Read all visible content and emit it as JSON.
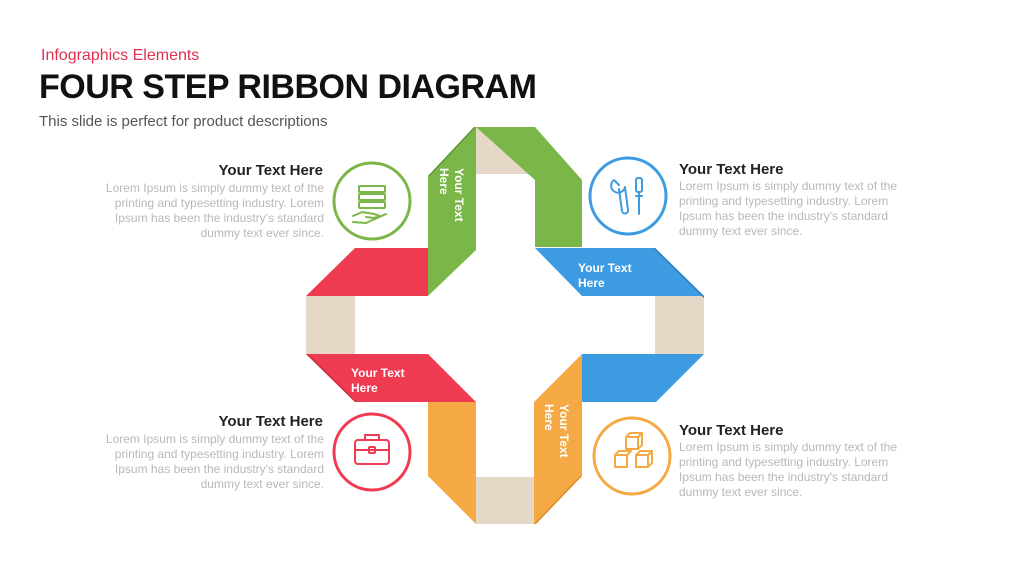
{
  "header": {
    "eyebrow": "Infographics  Elements",
    "title": "FOUR STEP RIBBON DIAGRAM",
    "subtitle": "This slide is perfect for product descriptions"
  },
  "ribbon_labels": {
    "green": [
      "Your Text",
      "Here"
    ],
    "blue": [
      "Your Text",
      "Here"
    ],
    "red": [
      "Your Text",
      "Here"
    ],
    "orange": [
      "Your Text",
      "Here"
    ]
  },
  "steps": [
    {
      "id": "top-left",
      "color": "#71b84c",
      "icon": "hand-holding-stack-icon",
      "title": "Your Text Here",
      "body": "Lorem Ipsum is simply dummy text of the printing and typesetting industry. Lorem Ipsum has been the industry's standard dummy text ever since."
    },
    {
      "id": "top-right",
      "color": "#3b9be0",
      "icon": "tools-icon",
      "title": "Your Text Here",
      "body": "Lorem Ipsum is simply dummy text of the printing and typesetting industry. Lorem Ipsum has been the industry's standard dummy text ever since."
    },
    {
      "id": "bottom-left",
      "color": "#e8384f",
      "icon": "briefcase-icon",
      "title": "Your Text Here",
      "body": "Lorem Ipsum is simply dummy text of the printing and typesetting industry. Lorem Ipsum has been the industry's standard dummy text ever since."
    },
    {
      "id": "bottom-right",
      "color": "#f2a541",
      "icon": "cubes-icon",
      "title": "Your Text Here",
      "body": "Lorem Ipsum is simply dummy text of the printing and typesetting industry. Lorem Ipsum has been the industry's standard dummy text ever since."
    }
  ],
  "colors": {
    "green": "#7ab648",
    "green_dark": "#5e9636",
    "blue": "#3d9be2",
    "blue_dark": "#2a7cc0",
    "red": "#ef3b52",
    "red_dark": "#c72c40",
    "orange": "#f4a944",
    "orange_dark": "#d98a28",
    "beige": "#e6d8c6"
  }
}
